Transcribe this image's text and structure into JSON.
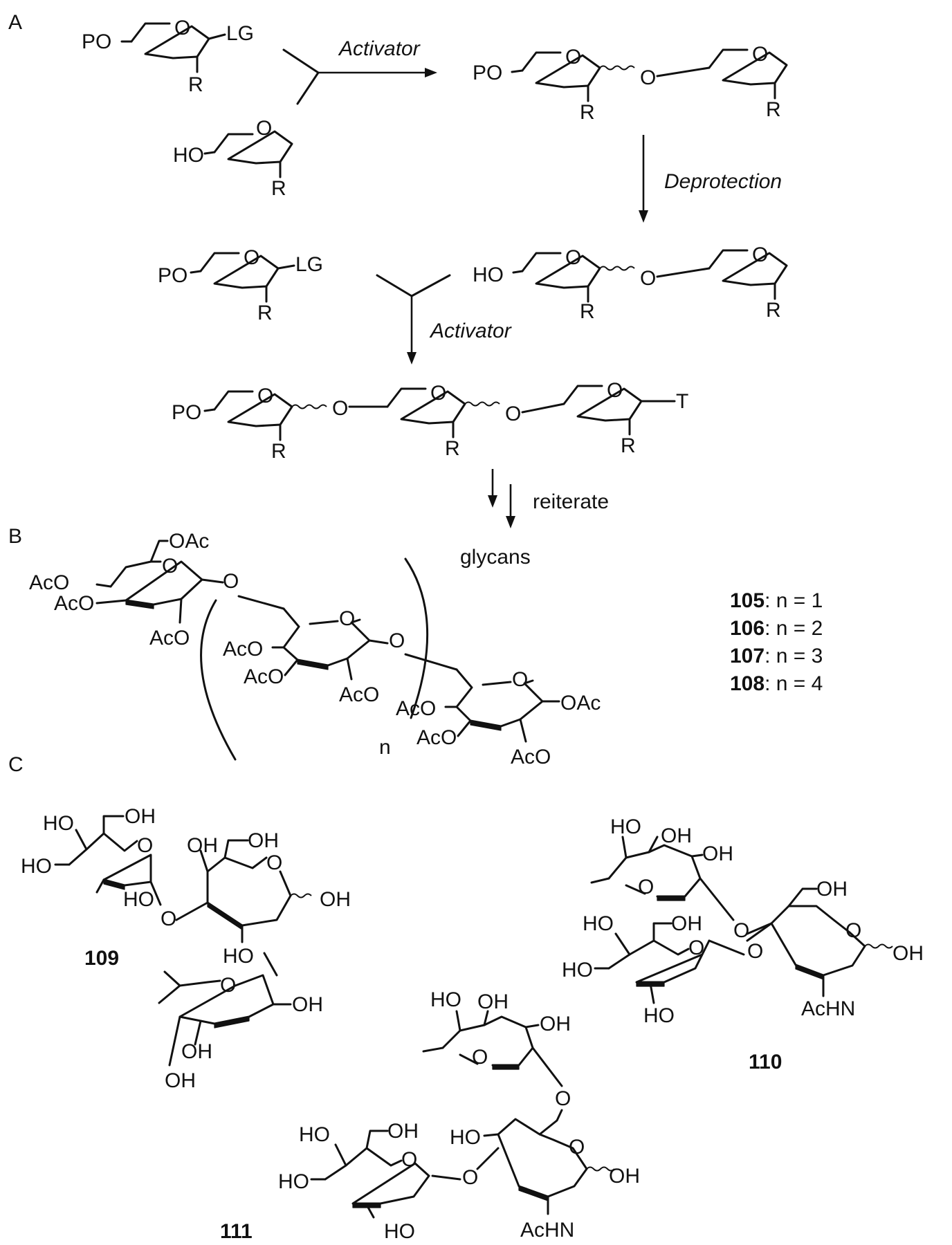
{
  "panels": {
    "a": "A",
    "b": "B",
    "c": "C"
  },
  "labels": {
    "PO": "PO",
    "HO": "HO",
    "O": "O",
    "R": "R",
    "LG": "LG",
    "T": "T",
    "OH": "OH",
    "HO_l": "HO",
    "AcO": "AcO",
    "OAc": "OAc",
    "AcHN": "AcHN",
    "n": "n"
  },
  "steps": {
    "activator": "Activator",
    "deprotection": "Deprotection",
    "reiterate": "reiterate",
    "glycans": "glycans"
  },
  "compounds": {
    "c105": {
      "num": "105",
      "rest": ": n = 1"
    },
    "c106": {
      "num": "106",
      "rest": ": n = 2"
    },
    "c107": {
      "num": "107",
      "rest": ": n = 3"
    },
    "c108": {
      "num": "108",
      "rest": ": n = 4"
    },
    "c109": "109",
    "c110": "110",
    "c111": "111"
  }
}
